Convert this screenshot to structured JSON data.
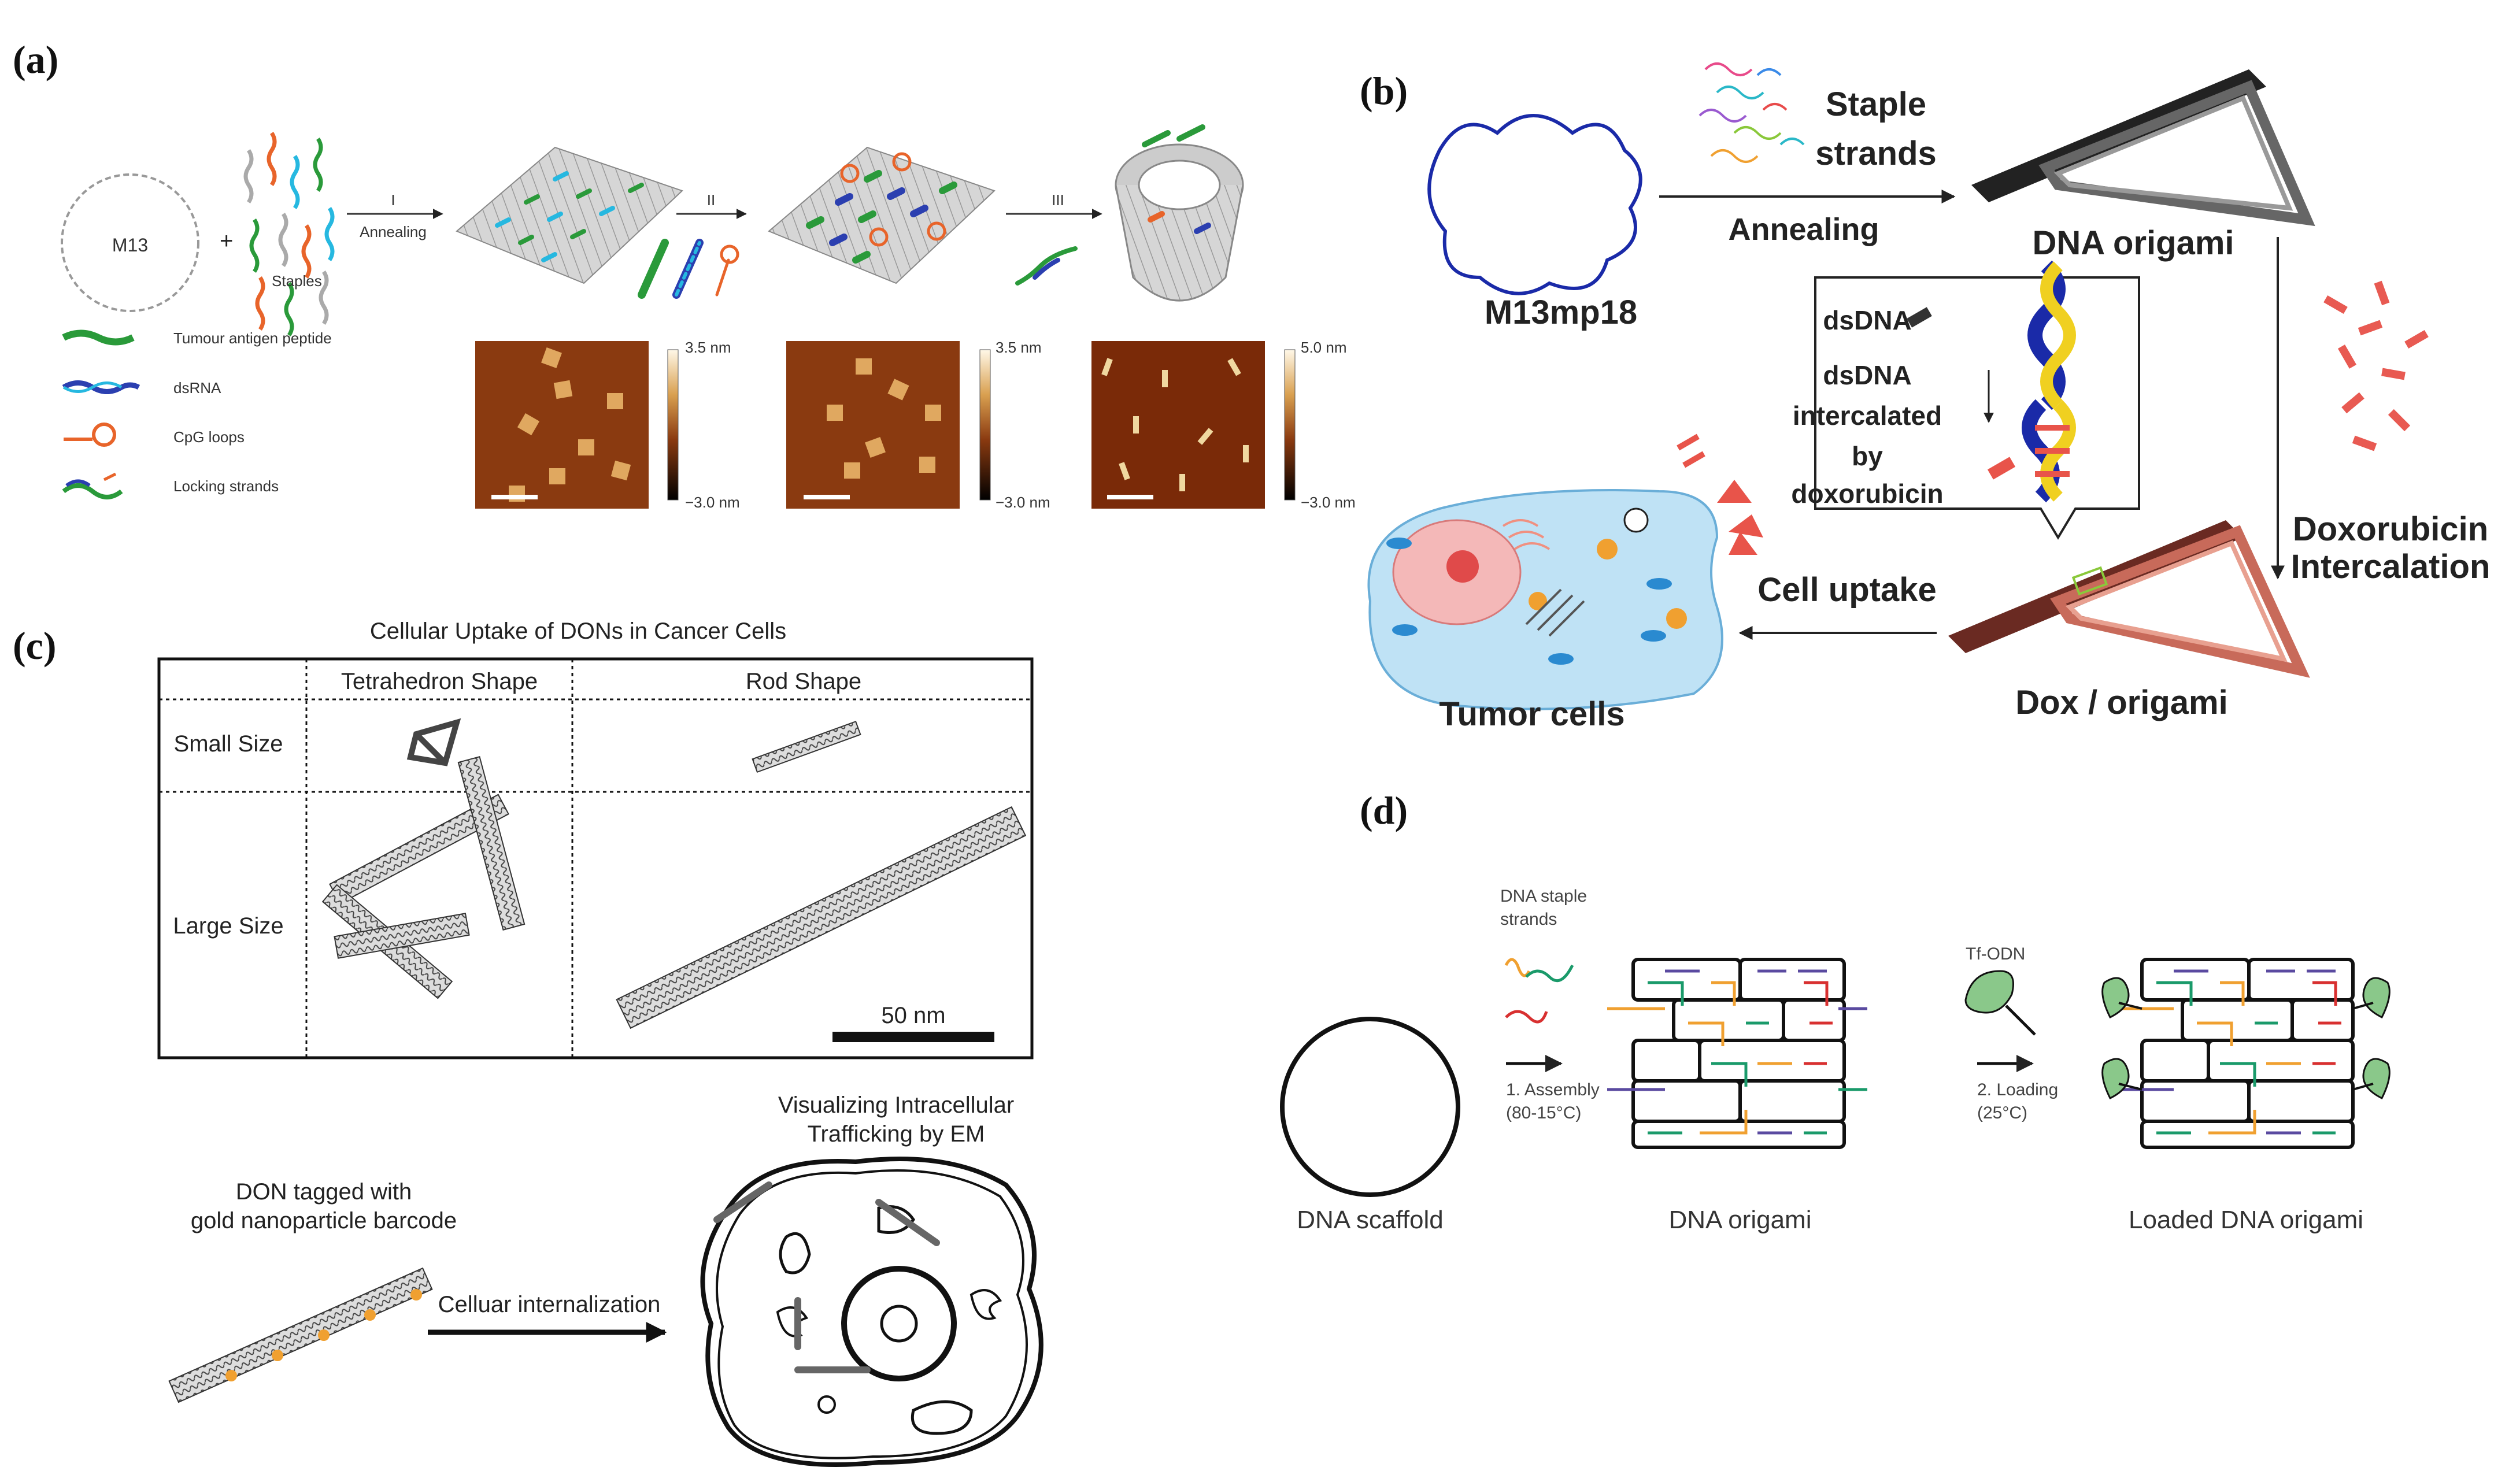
{
  "panels": {
    "a": {
      "label": "(a)",
      "scaffold": "M13",
      "staples": "Staples",
      "step1": "I",
      "step1_label": "Annealing",
      "step2": "II",
      "step3": "III",
      "legend": [
        "Tumour antigen peptide",
        "dsRNA",
        "CpG loops",
        "Locking strands"
      ],
      "afm_scales": [
        {
          "top": "3.5 nm",
          "bottom": "−3.0 nm"
        },
        {
          "top": "3.5 nm",
          "bottom": "−3.0 nm"
        },
        {
          "top": "5.0 nm",
          "bottom": "−3.0 nm"
        }
      ]
    },
    "b": {
      "label": "(b)",
      "scaffold": "M13mp18",
      "staple_line1": "Staple",
      "staple_line2": "strands",
      "annealing": "Annealing",
      "origami": "DNA origami",
      "inset_dsdna": "dsDNA",
      "inset_l1": "dsDNA",
      "inset_l2": "intercalated",
      "inset_l3": "by",
      "inset_l4": "doxorubicin",
      "intercal_l1": "Doxorubicin",
      "intercal_l2": "Intercalation",
      "dox_origami": "Dox / origami",
      "uptake": "Cell uptake",
      "tumor": "Tumor cells"
    },
    "c": {
      "label": "(c)",
      "table_title": "Cellular Uptake of DONs in Cancer Cells",
      "col1": "Tetrahedron Shape",
      "col2": "Rod Shape",
      "row1": "Small Size",
      "row2": "Large Size",
      "scale": "50 nm",
      "don_l1": "DON tagged with",
      "don_l2": "gold nanoparticle barcode",
      "internalization": "Celluar internalization",
      "vis_l1": "Visualizing Intracellular",
      "vis_l2": "Trafficking by EM"
    },
    "d": {
      "label": "(d)",
      "staple_l1": "DNA staple",
      "staple_l2": "strands",
      "assembly_l1": "1. Assembly",
      "assembly_l2": "(80-15°C)",
      "tfodn": "Tf-ODN",
      "loading_l1": "2. Loading",
      "loading_l2": "(25°C)",
      "scaffold": "DNA scaffold",
      "origami": "DNA origami",
      "loaded": "Loaded DNA origami"
    }
  },
  "colors": {
    "afm_bg": "#8a3a10",
    "orange": "#e8642a",
    "green": "#2a9a3a",
    "blue": "#2b3fb0",
    "cyan": "#26b8e0",
    "dox_red": "#e8544a",
    "cell_blue": "#bfe2f5"
  }
}
